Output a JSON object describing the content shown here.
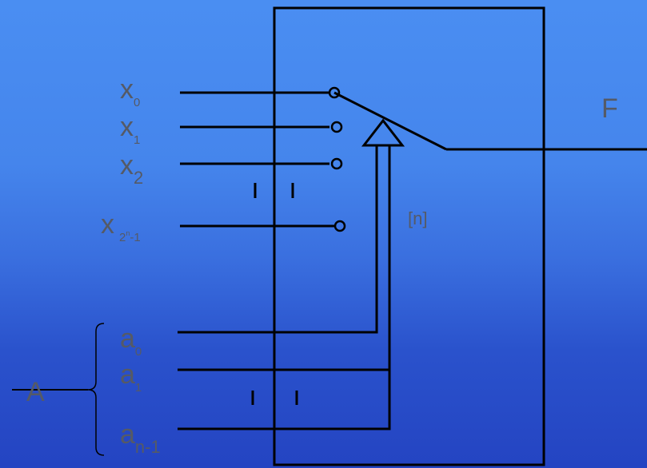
{
  "diagram": {
    "output_label": "F",
    "width_label": "[n]",
    "inputs": [
      {
        "letter": "x",
        "sub": "0"
      },
      {
        "letter": "x",
        "sub": "1"
      },
      {
        "letter": "x",
        "sub": "2"
      },
      {
        "letter": "x",
        "sub_base": "2",
        "sub_sup": "n",
        "sub_tail": "-1"
      }
    ],
    "address_group_label": "A",
    "address": [
      {
        "letter": "a",
        "sub": "0"
      },
      {
        "letter": "a",
        "sub": "1"
      },
      {
        "letter": "a",
        "sub": "n-1"
      }
    ]
  }
}
